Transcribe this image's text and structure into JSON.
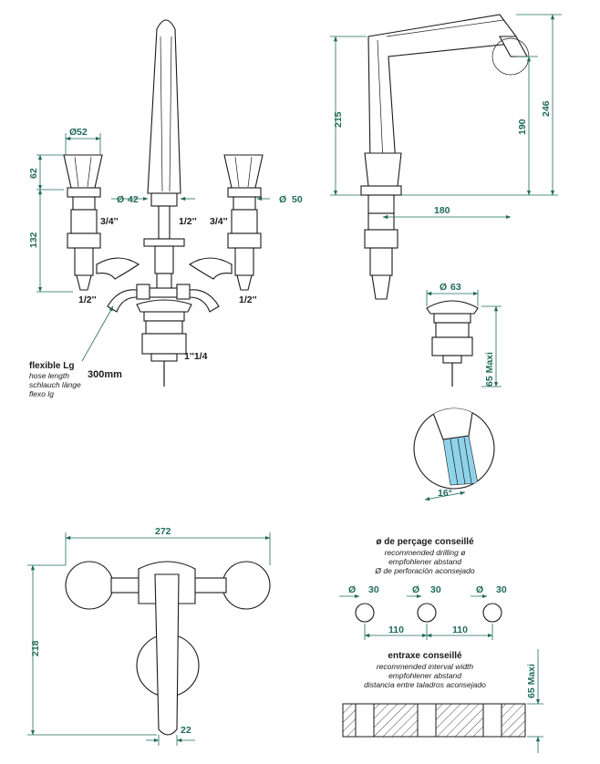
{
  "colors": {
    "dimension": "#1f6b5a",
    "outline": "#1a1a1a",
    "water": "#8fd3ea",
    "background": "#ffffff"
  },
  "front_view": {
    "dims": {
      "handle_dia": "52",
      "spout_dia": "42",
      "right_dia": "50",
      "handle_height": "62",
      "body_height": "132",
      "thread_left": "3/4''",
      "thread_mid": "1/2''",
      "thread_right": "3/4''",
      "hose_left": "1/2''",
      "hose_right": "1/2''",
      "drain_thread": "1''1/4"
    },
    "hose_note": {
      "title": "flexible Lg",
      "lines": [
        "hose length",
        "schlauch länge",
        "flexo lg"
      ],
      "length": "300mm"
    }
  },
  "side_view": {
    "dims": {
      "height_total": "215",
      "spout_reach": "180",
      "outlet_height": "190",
      "overall_height": "246"
    }
  },
  "drain_view": {
    "dims": {
      "dia": "63",
      "max_depth": "65 Maxi"
    }
  },
  "detail_view": {
    "angle": "16°"
  },
  "top_view": {
    "dims": {
      "width": "272",
      "depth": "218",
      "offset": "22"
    }
  },
  "drilling": {
    "title": "ø de perçage conseillé",
    "lines": [
      "recommended drilling ø",
      "empfohlener abstand",
      "Ø de perforación aconsejado"
    ],
    "hole_dia_1": "30",
    "hole_dia_2": "30",
    "hole_dia_3": "30",
    "spacing_1": "110",
    "spacing_2": "110"
  },
  "interval": {
    "title": "entraxe conseillé",
    "lines": [
      "recommended interval width",
      "empfohlener abstand",
      "distancia entre taladros aconsejado"
    ],
    "max_depth": "65 Maxi"
  }
}
